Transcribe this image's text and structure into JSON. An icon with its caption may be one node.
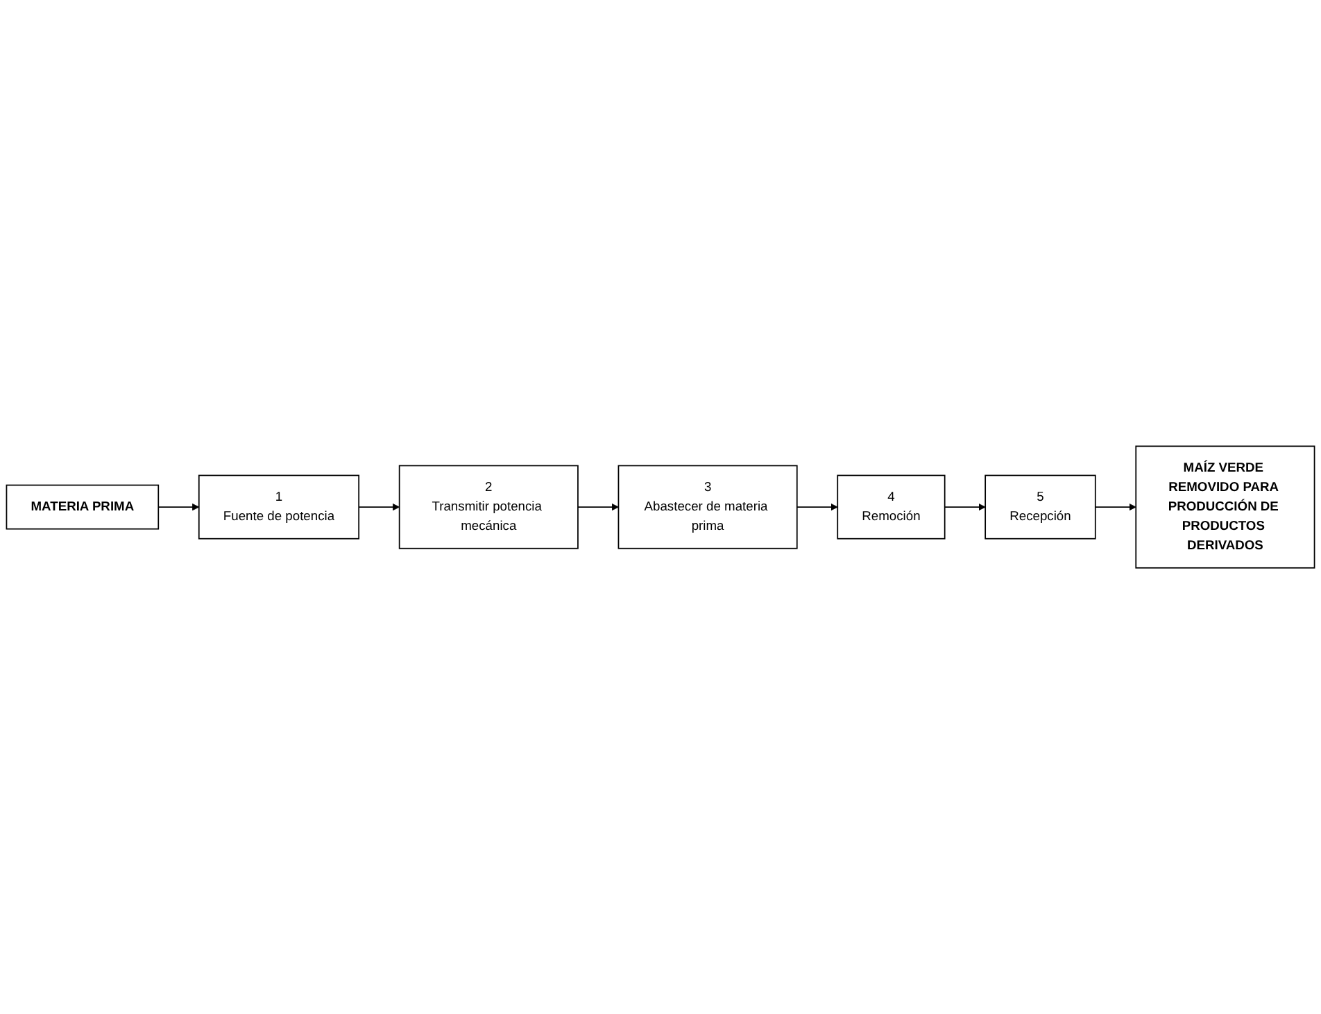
{
  "diagram": {
    "nodes": [
      {
        "text": [
          "MATERIA PRIMA"
        ]
      },
      {
        "text": [
          "1",
          "Fuente de potencia"
        ]
      },
      {
        "text": [
          "2",
          "Transmitir potencia mecánica"
        ]
      },
      {
        "text": [
          "3",
          "Abastecer de materia prima"
        ]
      },
      {
        "text": [
          "4",
          "Remoción"
        ]
      },
      {
        "text": [
          "5",
          "Recepción"
        ]
      },
      {
        "text": [
          "MAÍZ VERDE REMOVIDO PARA PRODUCCIÓN DE PRODUCTOS DERIVADOS"
        ]
      }
    ],
    "edges": [
      {
        "from": 0,
        "to": 1,
        "arrow": "to"
      },
      {
        "from": 1,
        "to": 2,
        "arrow": "to"
      },
      {
        "from": 2,
        "to": 3,
        "arrow": "to"
      },
      {
        "from": 3,
        "to": 4,
        "arrow": "to"
      },
      {
        "from": 4,
        "to": 5,
        "arrow": "to"
      },
      {
        "from": 5,
        "to": 6,
        "arrow": "to"
      }
    ]
  }
}
